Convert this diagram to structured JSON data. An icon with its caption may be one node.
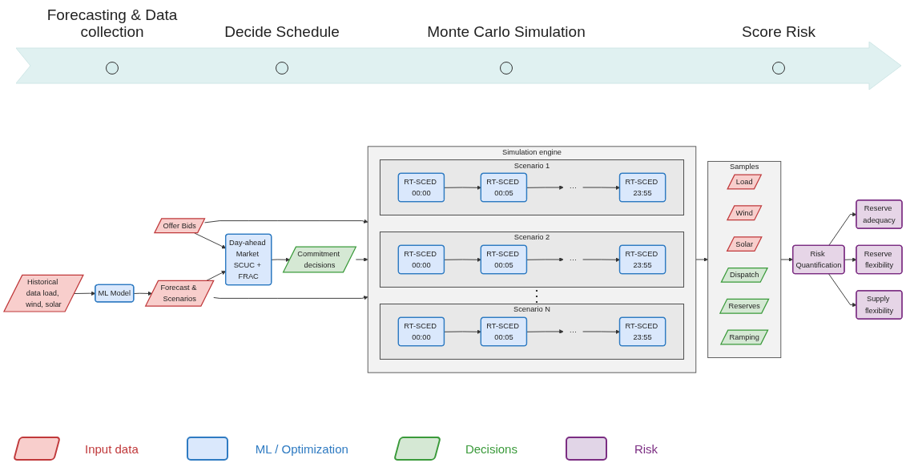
{
  "diagram": {
    "nodes": [
      {
        "text": [
          "Historical data load, wind, solar"
        ]
      },
      {
        "text": [
          "Offer Bids"
        ]
      },
      {
        "text": [
          "ML Model"
        ]
      },
      {
        "text": [
          "Day-ahead Market SCUC + FRAC"
        ]
      },
      {
        "text": [
          "Commitment decisions"
        ]
      },
      {
        "text": [
          "Forecast & Scenarios"
        ]
      },
      {
        "text": [
          "Simulation engine"
        ]
      },
      {
        "text": [
          "Scenario 1"
        ],
        "in": 6
      },
      {
        "text": [
          "RT-SCED 00:00"
        ],
        "in": 7
      },
      {
        "text": [
          "RT-SCED 00:05"
        ],
        "in": 7
      },
      {
        "text": [
          "···"
        ],
        "in": 7
      },
      {
        "text": [
          "RT-SCED 23:55"
        ],
        "in": 7
      },
      {
        "text": [
          "Scenario 2"
        ],
        "in": 6
      },
      {
        "text": [
          "RT-SCED 00:00"
        ],
        "in": 12
      },
      {
        "text": [
          "RT-SCED 00:05"
        ],
        "in": 12
      },
      {
        "text": [
          "···"
        ],
        "in": 12
      },
      {
        "text": [
          "RT-SCED 23:55"
        ],
        "in": 12
      },
      {
        "text": [
          "Scenario N"
        ],
        "in": 6
      },
      {
        "text": [
          "RT-SCED 00:00"
        ],
        "in": 17
      },
      {
        "text": [
          "RT-SCED 00:05"
        ],
        "in": 17
      },
      {
        "text": [
          "···"
        ],
        "in": 17
      },
      {
        "text": [
          "RT-SCED 23:55"
        ],
        "in": 17
      },
      {
        "text": [
          "Samples"
        ]
      },
      {
        "text": [
          "Load"
        ],
        "in": 22
      },
      {
        "text": [
          "Wind"
        ],
        "in": 22
      },
      {
        "text": [
          "Solar"
        ],
        "in": 22
      },
      {
        "text": [
          "Dispatch"
        ],
        "in": 22
      },
      {
        "text": [
          "Reserves"
        ],
        "in": 22
      },
      {
        "text": [
          "Ramping"
        ],
        "in": 22
      },
      {
        "text": [
          "Risk Quantification"
        ]
      },
      {
        "text": [
          "Reserve adequacy"
        ]
      },
      {
        "text": [
          "Reserve flexibility"
        ]
      },
      {
        "text": [
          "Supply flexibility"
        ]
      }
    ],
    "edges": [
      {
        "from": 0,
        "to": 2,
        "arrow": "to"
      },
      {
        "from": 2,
        "to": 5,
        "arrow": "to"
      },
      {
        "from": 1,
        "to": 3,
        "arrow": "to"
      },
      {
        "from": 5,
        "to": 3,
        "arrow": "to"
      },
      {
        "from": 3,
        "to": 4,
        "arrow": "to"
      },
      {
        "from": 1,
        "to": 6,
        "arrow": "to"
      },
      {
        "from": 4,
        "to": 6,
        "arrow": "to"
      },
      {
        "from": 5,
        "to": 6,
        "arrow": "to"
      },
      {
        "from": 8,
        "to": 9,
        "arrow": "to"
      },
      {
        "from": 9,
        "to": 10,
        "arrow": "to"
      },
      {
        "from": 10,
        "to": 11,
        "arrow": "to"
      },
      {
        "from": 13,
        "to": 14,
        "arrow": "to"
      },
      {
        "from": 14,
        "to": 15,
        "arrow": "to"
      },
      {
        "from": 15,
        "to": 16,
        "arrow": "to"
      },
      {
        "from": 18,
        "to": 19,
        "arrow": "to"
      },
      {
        "from": 19,
        "to": 20,
        "arrow": "to"
      },
      {
        "from": 20,
        "to": 21,
        "arrow": "to"
      },
      {
        "from": 6,
        "to": 22,
        "arrow": "to"
      },
      {
        "from": 22,
        "to": 29,
        "arrow": "to"
      },
      {
        "from": 29,
        "to": 30,
        "arrow": "to"
      },
      {
        "from": 29,
        "to": 31,
        "arrow": "to"
      },
      {
        "from": 29,
        "to": 32,
        "arrow": "to"
      }
    ],
    "labels": [
      "Forecasting & Data collection",
      "Decide Schedule",
      "Monte Carlo Simulation",
      "Score Risk",
      "⋮"
    ],
    "legend": [
      {
        "text": "Input data",
        "color": "#f8cecc"
      },
      {
        "text": "ML / Optimization",
        "color": "#dae8fc"
      },
      {
        "text": "Decisions",
        "color": "#d5e8d4"
      },
      {
        "text": "Risk",
        "color": "#e1d5e7"
      }
    ]
  }
}
